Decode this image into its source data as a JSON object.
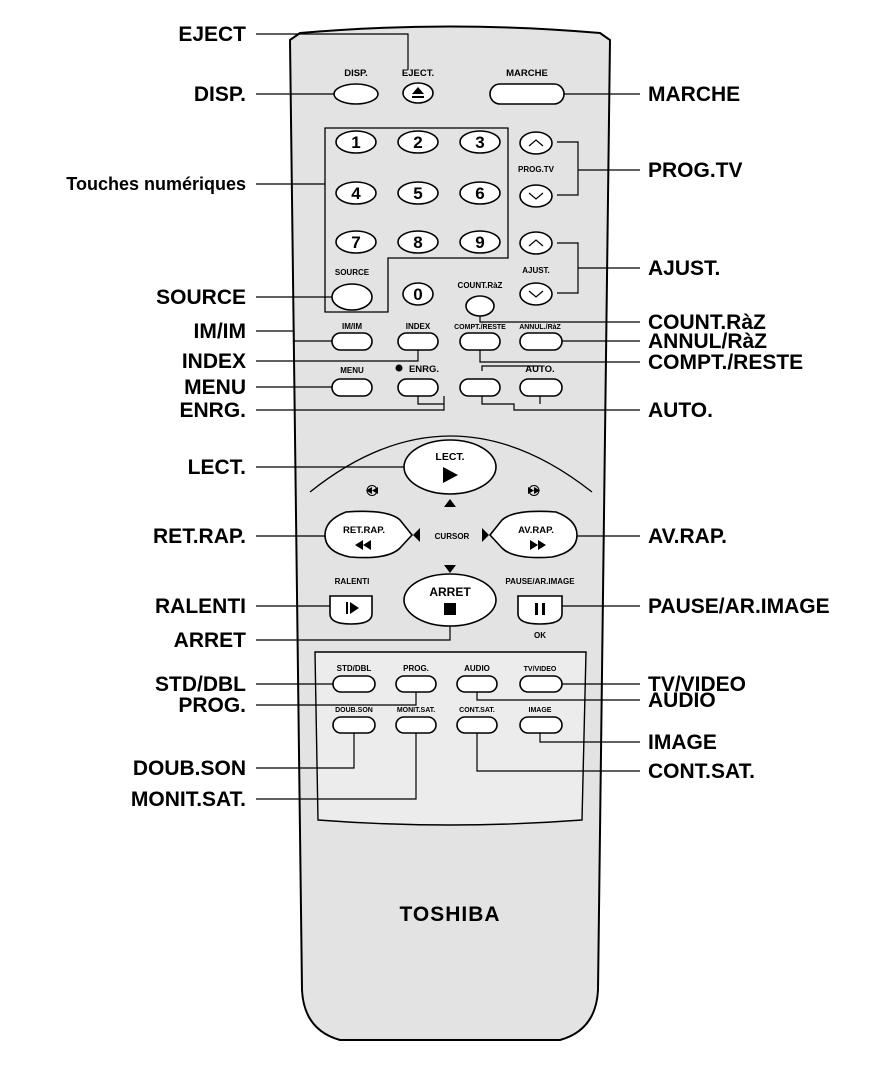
{
  "brand": "TOSHIBA",
  "callouts": {
    "eject": "EJECT",
    "disp": "DISP.",
    "marche": "MARCHE",
    "numeric_keys": "Touches numériques",
    "prog_tv": "PROG.TV",
    "ajust": "AJUST.",
    "source": "SOURCE",
    "count_raz": "COUNT.RàZ",
    "im_im": "IM/IM",
    "annul_raz": "ANNUL/RàZ",
    "index": "INDEX",
    "compt_reste": "COMPT./RESTE",
    "menu": "MENU",
    "enrg": "ENRG.",
    "auto": "AUTO.",
    "lect": "LECT.",
    "ret_rap": "RET.RAP.",
    "av_rap": "AV.RAP.",
    "ralenti": "RALENTI",
    "pause": "PAUSE/AR.IMAGE",
    "arret": "ARRET",
    "std_dbl": "STD/DBL",
    "tv_video": "TV/VIDEO",
    "prog": "PROG.",
    "audio": "AUDIO",
    "image": "IMAGE",
    "doub_son": "DOUB.SON",
    "cont_sat": "CONT.SAT.",
    "monit_sat": "MONIT.SAT."
  },
  "buttons": {
    "disp": "DISP.",
    "eject": "EJECT.",
    "marche": "MARCHE",
    "digits": [
      "1",
      "2",
      "3",
      "4",
      "5",
      "6",
      "7",
      "8",
      "9",
      "0"
    ],
    "prog_tv": "PROG.TV",
    "source": "SOURCE",
    "count_raz": "COUNT.RàZ",
    "ajust": "AJUST.",
    "im_im": "IM/IM",
    "index": "INDEX",
    "compt_reste": "COMPT./RESTE",
    "annul_raz": "ANNUL./RàZ",
    "menu": "MENU",
    "enrg": "ENRG.",
    "auto": "AUTO.",
    "lect": "LECT.",
    "ret_rap": "RET.RAP.",
    "cursor": "CURSOR",
    "av_rap": "AV.RAP.",
    "ralenti": "RALENTI",
    "arret": "ARRET",
    "pause": "PAUSE/AR.IMAGE",
    "ok": "OK",
    "std_dbl": "STD/DBL",
    "prog": "PROG.",
    "audio": "AUDIO",
    "tv_video": "TV/VIDEO",
    "doub_son": "DOUB.SON",
    "monit_sat": "MONIT.SAT.",
    "cont_sat": "CONT.SAT.",
    "image": "IMAGE"
  },
  "colors": {
    "ink": "#000000",
    "remote_body": "#e3e3e3",
    "paper": "#ffffff"
  }
}
